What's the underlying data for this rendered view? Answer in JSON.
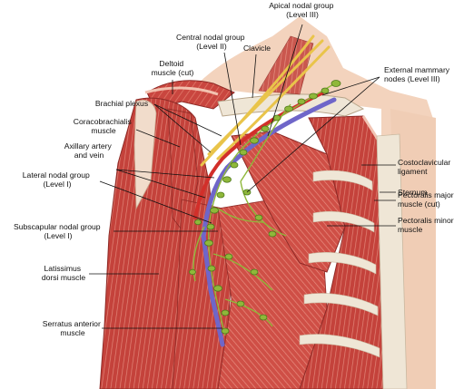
{
  "labels": {
    "apical": [
      "Apical nodal group",
      "(Level III)"
    ],
    "central": [
      "Central nodal group",
      "(Level II)"
    ],
    "clavicle": [
      "Clavicle"
    ],
    "deltoid": [
      "Deltoid",
      "muscle (cut)"
    ],
    "external_mammary": [
      "External mammary",
      "nodes (Level III)"
    ],
    "brachial_plexus": [
      "Brachial plexus"
    ],
    "coracobrachialis": [
      "Coracobrachialis",
      "muscle"
    ],
    "axillary": [
      "Axillary artery",
      "and vein"
    ],
    "lateral": [
      "Lateral nodal group",
      "(Level I)"
    ],
    "subscapular": [
      "Subscapular nodal group",
      "(Level I)"
    ],
    "latissimus": [
      "Latissimus",
      "dorsi muscle"
    ],
    "serratus": [
      "Serratus anterior",
      "muscle"
    ],
    "costoclavicular": [
      "Costoclavicular",
      "ligament"
    ],
    "sternum": [
      "Sternum"
    ],
    "pec_major": [
      "Pectoralis major",
      "muscle (cut)"
    ],
    "pec_minor": [
      "Pectoralis minor",
      "muscle"
    ]
  },
  "colors": {
    "muscle": "#c9463f",
    "muscle_light": "#e58b7e",
    "muscle_dark": "#8e2a26",
    "tendon": "#f1dccb",
    "skin": "#f3d3bd",
    "bone": "#efe6d6",
    "node": "#8fb83a",
    "node_dark": "#4f7a1d",
    "vein": "#6f66c9",
    "artery": "#d22f2a",
    "nerve": "#e9c44a"
  }
}
